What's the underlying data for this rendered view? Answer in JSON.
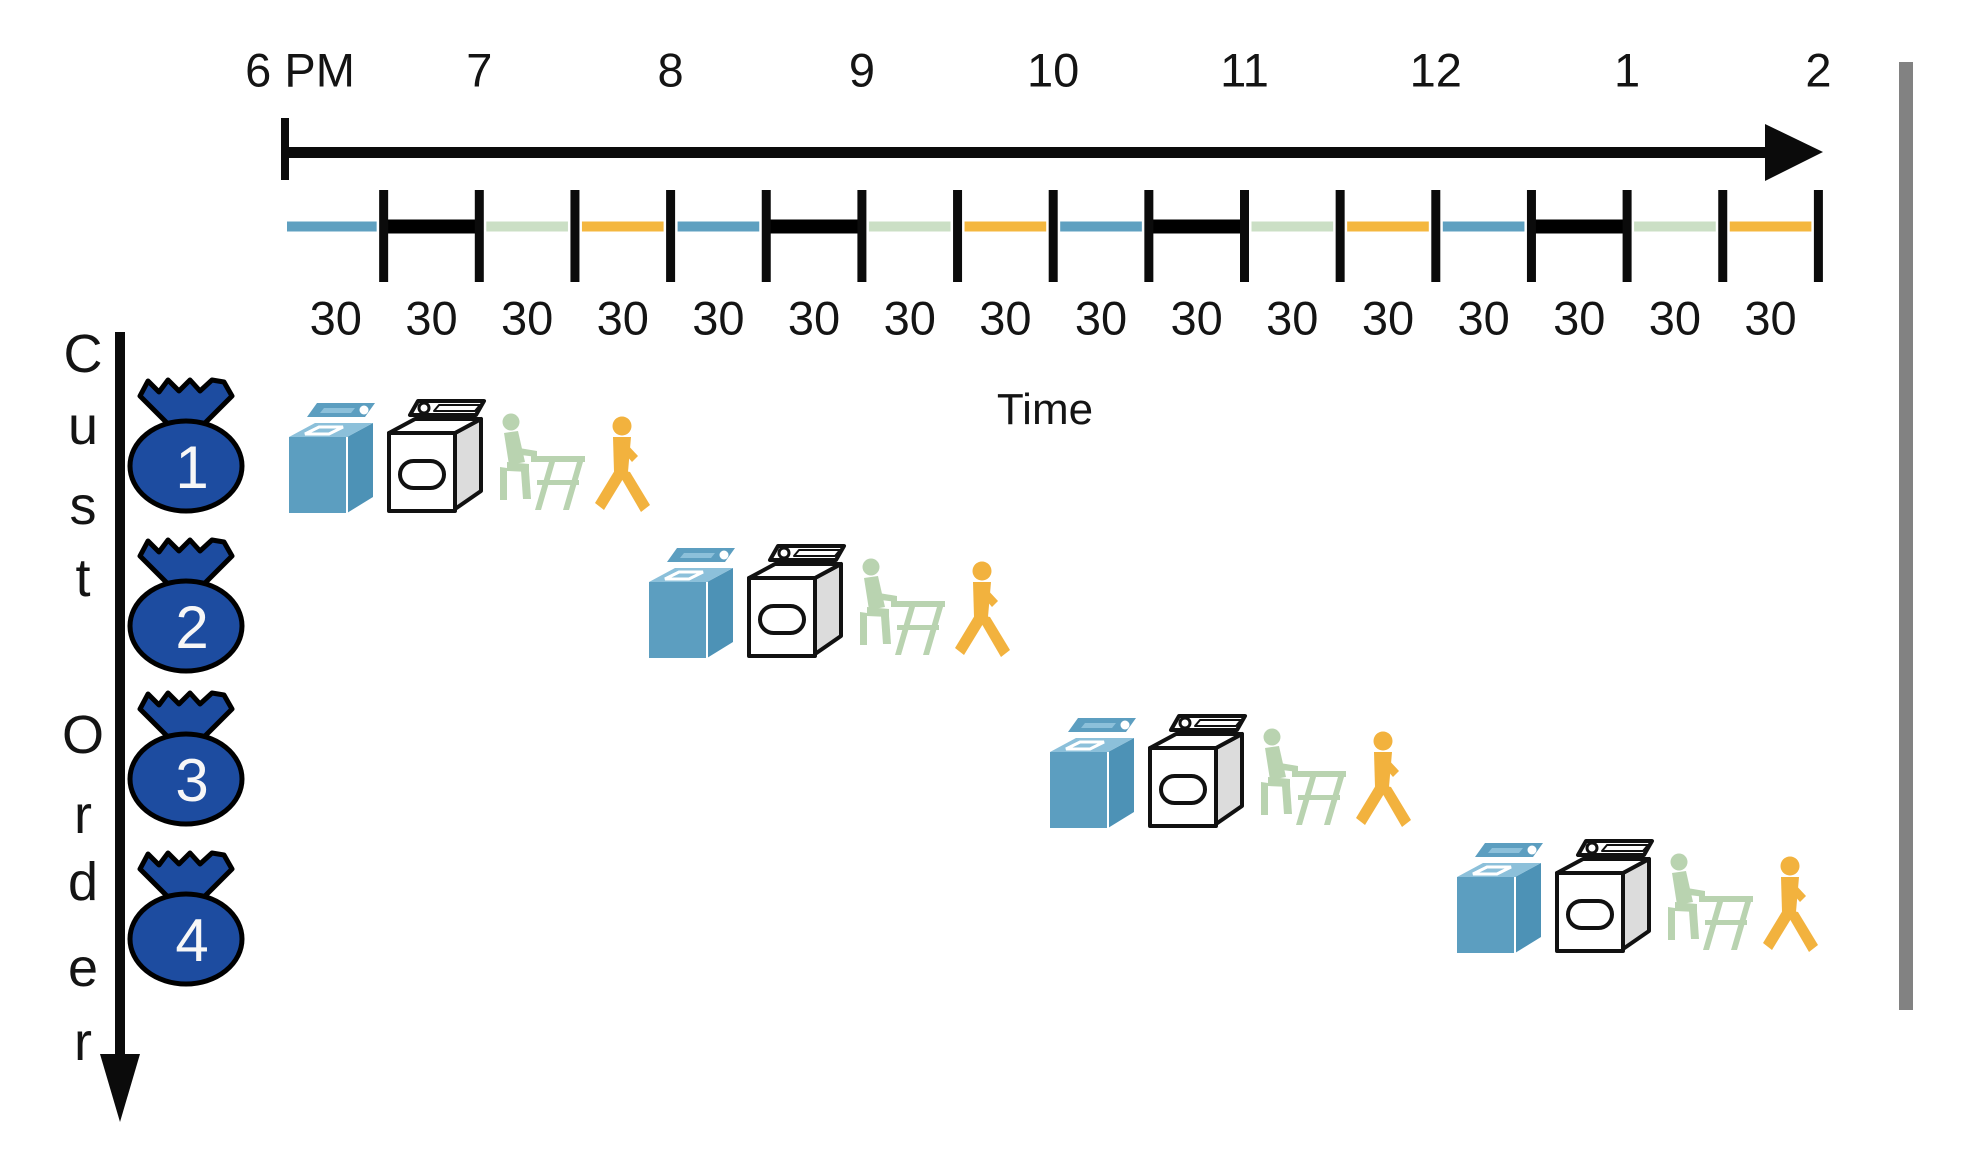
{
  "timeline": {
    "hour_labels": [
      "6 PM",
      "7",
      "8",
      "9",
      "10",
      "11",
      "12",
      "1",
      "2"
    ],
    "axis_label": "Time",
    "segments": [
      {
        "task": "wash",
        "minutes": "30",
        "color": "#5FA0C0"
      },
      {
        "task": "dry",
        "minutes": "30",
        "color": "#000000"
      },
      {
        "task": "fold",
        "minutes": "30",
        "color": "#CBDFC5"
      },
      {
        "task": "walk",
        "minutes": "30",
        "color": "#F4B73F"
      },
      {
        "task": "wash",
        "minutes": "30",
        "color": "#5FA0C0"
      },
      {
        "task": "dry",
        "minutes": "30",
        "color": "#000000"
      },
      {
        "task": "fold",
        "minutes": "30",
        "color": "#CBDFC5"
      },
      {
        "task": "walk",
        "minutes": "30",
        "color": "#F4B73F"
      },
      {
        "task": "wash",
        "minutes": "30",
        "color": "#5FA0C0"
      },
      {
        "task": "dry",
        "minutes": "30",
        "color": "#000000"
      },
      {
        "task": "fold",
        "minutes": "30",
        "color": "#CBDFC5"
      },
      {
        "task": "walk",
        "minutes": "30",
        "color": "#F4B73F"
      },
      {
        "task": "wash",
        "minutes": "30",
        "color": "#5FA0C0"
      },
      {
        "task": "dry",
        "minutes": "30",
        "color": "#000000"
      },
      {
        "task": "fold",
        "minutes": "30",
        "color": "#CBDFC5"
      },
      {
        "task": "walk",
        "minutes": "30",
        "color": "#F4B73F"
      }
    ]
  },
  "left_axis": {
    "letters_top": [
      "C",
      "u",
      "s",
      "t"
    ],
    "letters_bottom": [
      "O",
      "r",
      "d",
      "e",
      "r"
    ]
  },
  "customers": [
    {
      "number": "1",
      "tasks": [
        "washer",
        "dryer",
        "fold",
        "walk"
      ]
    },
    {
      "number": "2",
      "tasks": [
        "washer",
        "dryer",
        "fold",
        "walk"
      ]
    },
    {
      "number": "3",
      "tasks": [
        "washer",
        "dryer",
        "fold",
        "walk"
      ]
    },
    {
      "number": "4",
      "tasks": [
        "washer",
        "dryer",
        "fold",
        "walk"
      ]
    }
  ],
  "colors": {
    "wash_segment": "#5FA0C0",
    "dry_segment": "#000000",
    "fold_segment": "#CBDFC5",
    "walk_segment": "#F4B73F",
    "washer_front": "#5C9EC0",
    "washer_side": "#4D92B6",
    "washer_top": "#8CC0DA",
    "dryer_side": "#DCDCDC",
    "outline": "#111111",
    "fold_icon": "#B9D3B0",
    "walk_icon": "#F2B23E",
    "bag_blue": "#1D4CA0",
    "axis_black": "#0B0B0B",
    "divider_gray": "#828282"
  }
}
